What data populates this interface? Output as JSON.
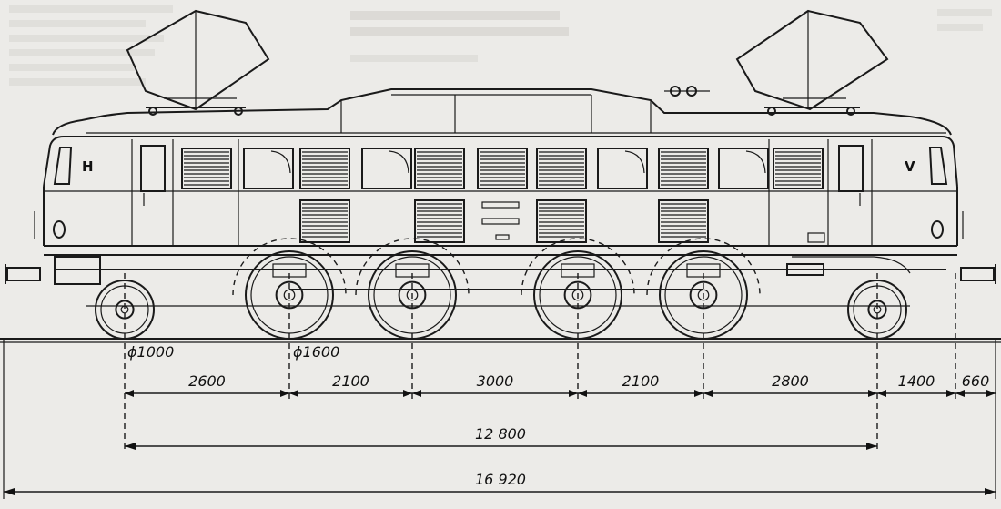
{
  "end_markers": {
    "rear": "H",
    "front": "V"
  },
  "wheel_diameters": {
    "carrying": "ϕ1000",
    "driving": "ϕ1600"
  },
  "spacings": [
    "2600",
    "2100",
    "3000",
    "2100",
    "2800",
    "1400",
    "660"
  ],
  "total_wheelbase": "12 800",
  "length_over_buffers": "16 920",
  "colors": {
    "paper": "#ecebe8",
    "ink": "#1a1a1a"
  }
}
